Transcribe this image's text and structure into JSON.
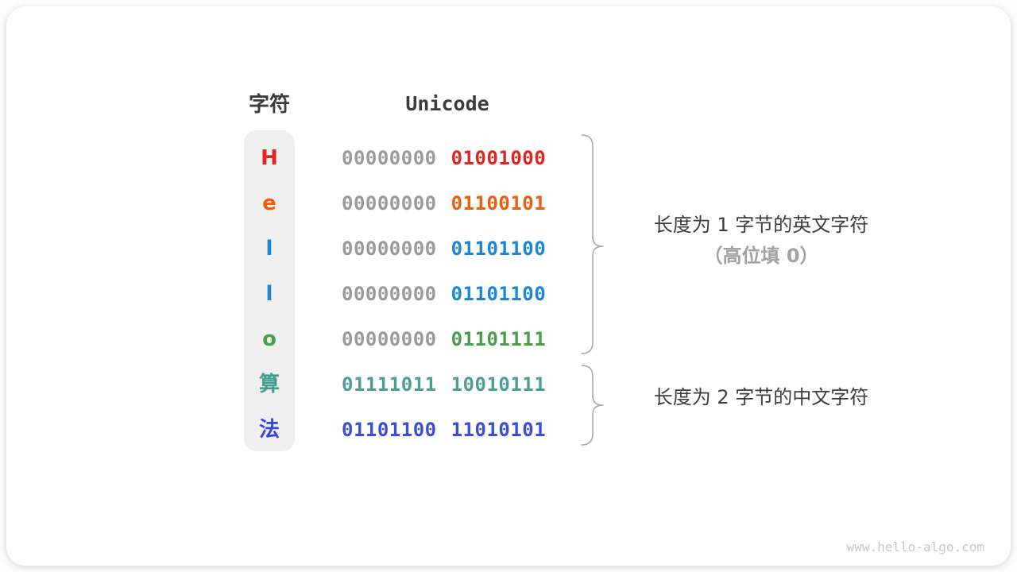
{
  "figure": {
    "table": {
      "headers": [
        "字符",
        "Unicode"
      ],
      "rows": [
        {
          "char": "H",
          "byte_high": "00000000",
          "byte_low": "01001000",
          "char_color": "#e1251c",
          "byte_high_color": "#9a9a9a",
          "byte_low_color": "#e1251c"
        },
        {
          "char": "e",
          "byte_high": "00000000",
          "byte_low": "01100101",
          "char_color": "#ef5c0e",
          "byte_high_color": "#9a9a9a",
          "byte_low_color": "#ef5c0e"
        },
        {
          "char": "l",
          "byte_high": "00000000",
          "byte_low": "01101100",
          "char_color": "#1b85d6",
          "byte_high_color": "#9a9a9a",
          "byte_low_color": "#1b85d6"
        },
        {
          "char": "l",
          "byte_high": "00000000",
          "byte_low": "01101100",
          "char_color": "#1b85d6",
          "byte_high_color": "#9a9a9a",
          "byte_low_color": "#1b85d6"
        },
        {
          "char": "o",
          "byte_high": "00000000",
          "byte_low": "01101111",
          "char_color": "#4a9e4a",
          "byte_high_color": "#9a9a9a",
          "byte_low_color": "#4a9e4a"
        },
        {
          "char": "算",
          "byte_high": "01111011",
          "byte_low": "10010111",
          "char_color": "#3f9c8e",
          "byte_high_color": "#4d9e92",
          "byte_low_color": "#4d9e92"
        },
        {
          "char": "法",
          "byte_high": "01101100",
          "byte_low": "11010101",
          "char_color": "#3246e0",
          "byte_high_color": "#3a4ed8",
          "byte_low_color": "#3a4ed8"
        }
      ]
    },
    "annotations": {
      "group1_line1": "长度为 1 字节的英文字符",
      "group1_line2": "（高位填 0）",
      "group2_line1": "长度为 2 字节的中文字符"
    },
    "watermark": "www.hello-algo.com",
    "colors": {
      "dark_text": "#3c3c3c",
      "muted_byte": "#9a9a9a",
      "note_gray": "#a2a2a2",
      "brace": "#ababab",
      "char_column_bg": "#efefef",
      "watermark": "#c8c8c8"
    }
  }
}
